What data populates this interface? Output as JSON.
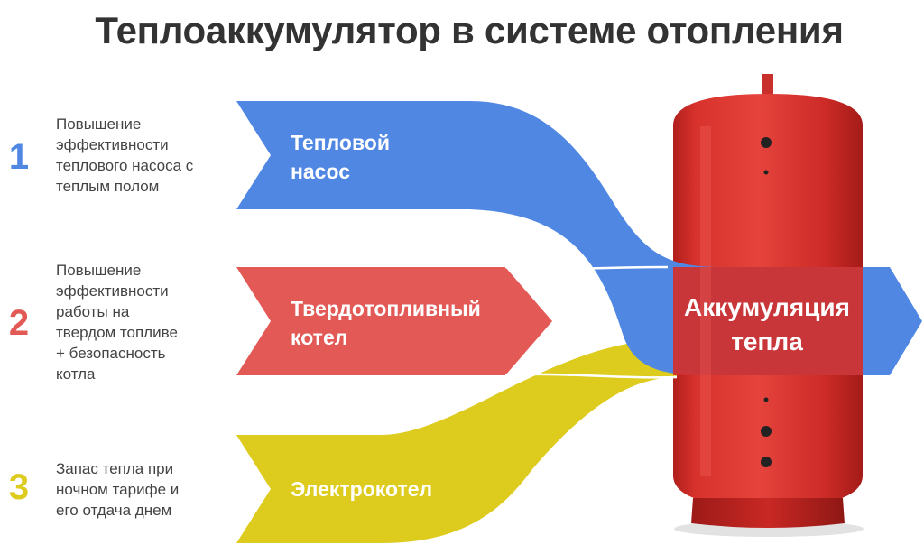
{
  "title": "Теплоаккумулятор в системе отопления",
  "colors": {
    "blue": "#4F87E3",
    "red": "#E25956",
    "yellow": "#DDCB1E",
    "tank": "#D42F2B",
    "text": "#333333"
  },
  "items": [
    {
      "number": "1",
      "description_lines": [
        "Повышение",
        "эффективности",
        "теплового насоса с",
        "теплым полом"
      ],
      "arrow_lines": [
        "Тепловой",
        "насос"
      ]
    },
    {
      "number": "2",
      "description_lines": [
        "Повышение",
        "эффективности",
        "работы на",
        "твердом топливе",
        "+ безопасность",
        "котла"
      ],
      "arrow_lines": [
        "Твердотопливный",
        "котел"
      ]
    },
    {
      "number": "3",
      "description_lines": [
        "Запас тепла при",
        "ночном тарифе и",
        "его отдача днем"
      ],
      "arrow_lines": [
        "Электрокотел"
      ]
    }
  ],
  "result": {
    "label_lines": [
      "Аккумуляция",
      "тепла"
    ]
  }
}
